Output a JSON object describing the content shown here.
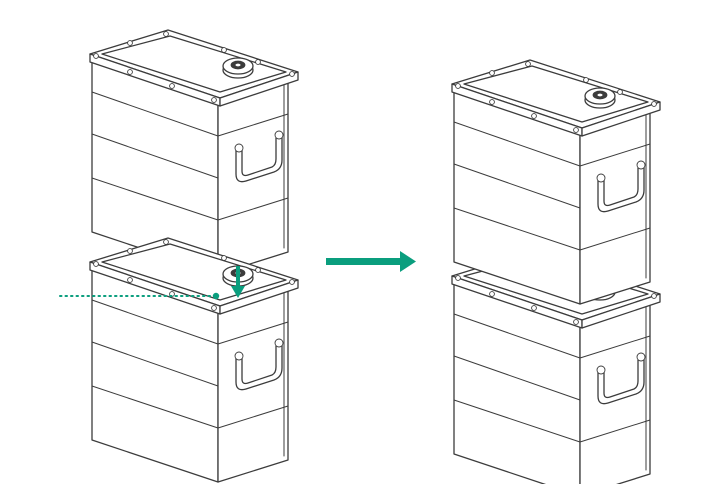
{
  "title": "",
  "colors": {
    "line": "#3c3c3c",
    "fill": "#ffffff",
    "accent": "#0a9e7e"
  },
  "icons": {
    "step_arrow": "right-arrow-icon",
    "insert_arrow": "down-arrow-icon",
    "alignment_guide": "dotted-line"
  },
  "steps": [
    {
      "id": "before",
      "description_visible": false
    },
    {
      "id": "after",
      "description_visible": false
    }
  ]
}
